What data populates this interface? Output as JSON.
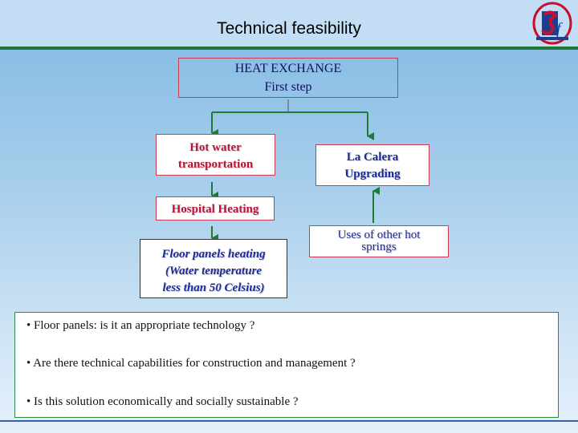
{
  "slide": {
    "title": "Technical feasibility",
    "logo_icon": "institution-logo-icon"
  },
  "diagram": {
    "heat_exchange": [
      "HEAT EXCHANGE",
      "First step"
    ],
    "hot_water": [
      "Hot water",
      "transportation"
    ],
    "la_calera": [
      "La Calera",
      "Upgrading"
    ],
    "hospital": "Hospital Heating",
    "uses": [
      "Uses of other hot",
      "springs"
    ],
    "floor": [
      "Floor panels heating",
      "(Water temperature",
      "less than 50 Celsius)"
    ]
  },
  "notes": [
    "• Floor panels: is it an appropriate technology ?",
    "• Are there technical capabilities for construction and management ?",
    "• Is this solution economically and socially sustainable ?"
  ],
  "colors": {
    "arrow": "#1f7a3a",
    "box_border": "#cc3b55",
    "red_text": "#b8143a",
    "blue_text": "#1c2c96"
  }
}
